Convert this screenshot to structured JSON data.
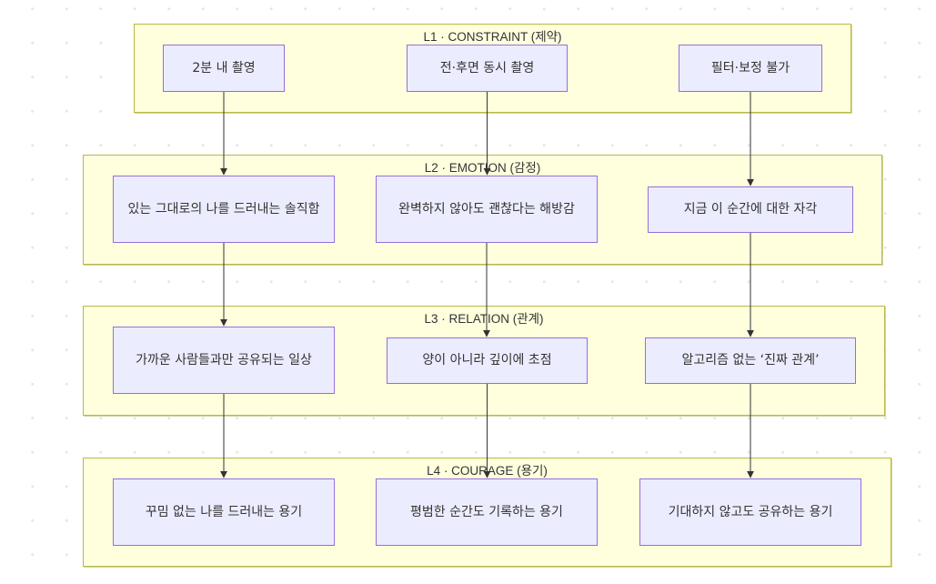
{
  "layers": [
    {
      "title": "L1 · CONSTRAINT (제약)",
      "nodes": [
        {
          "label": "2분 내 촬영"
        },
        {
          "label": "전·후면 동시 촬영"
        },
        {
          "label": "필터·보정 불가"
        }
      ]
    },
    {
      "title": "L2 · EMOTION (감정)",
      "nodes": [
        {
          "label": "있는 그대로의 나를 드러내는 솔직함"
        },
        {
          "label": "완벽하지 않아도 괜찮다는 해방감"
        },
        {
          "label": "지금 이 순간에 대한 자각"
        }
      ]
    },
    {
      "title": "L3 · RELATION (관계)",
      "nodes": [
        {
          "label": "가까운 사람들과만 공유되는 일상"
        },
        {
          "label": "양이 아니라 깊이에 초점"
        },
        {
          "label": "알고리즘 없는 ‘진짜 관계’"
        }
      ]
    },
    {
      "title": "L4 · COURAGE (용기)",
      "nodes": [
        {
          "label": "꾸밈 없는 나를 드러내는 용기"
        },
        {
          "label": "평범한 순간도 기록하는 용기"
        },
        {
          "label": "기대하지 않고도 공유하는 용기"
        }
      ]
    }
  ],
  "edges": [
    {
      "from": "2분 내 촬영",
      "to": "있는 그대로의 나를 드러내는 솔직함"
    },
    {
      "from": "전·후면 동시 촬영",
      "to": "완벽하지 않아도 괜찮다는 해방감"
    },
    {
      "from": "필터·보정 불가",
      "to": "지금 이 순간에 대한 자각"
    },
    {
      "from": "있는 그대로의 나를 드러내는 솔직함",
      "to": "가까운 사람들과만 공유되는 일상"
    },
    {
      "from": "완벽하지 않아도 괜찮다는 해방감",
      "to": "양이 아니라 깊이에 초점"
    },
    {
      "from": "지금 이 순간에 대한 자각",
      "to": "알고리즘 없는 ‘진짜 관계’"
    },
    {
      "from": "가까운 사람들과만 공유되는 일상",
      "to": "꾸밈 없는 나를 드러내는 용기"
    },
    {
      "from": "양이 아니라 깊이에 초점",
      "to": "평범한 순간도 기록하는 용기"
    },
    {
      "from": "알고리즘 없는 ‘진짜 관계’",
      "to": "기대하지 않고도 공유하는 용기"
    }
  ],
  "colors": {
    "cluster_fill": "#ffffde",
    "cluster_border": "#b8b84a",
    "node_fill": "#ececff",
    "node_border": "#9370db",
    "edge": "#333333"
  }
}
